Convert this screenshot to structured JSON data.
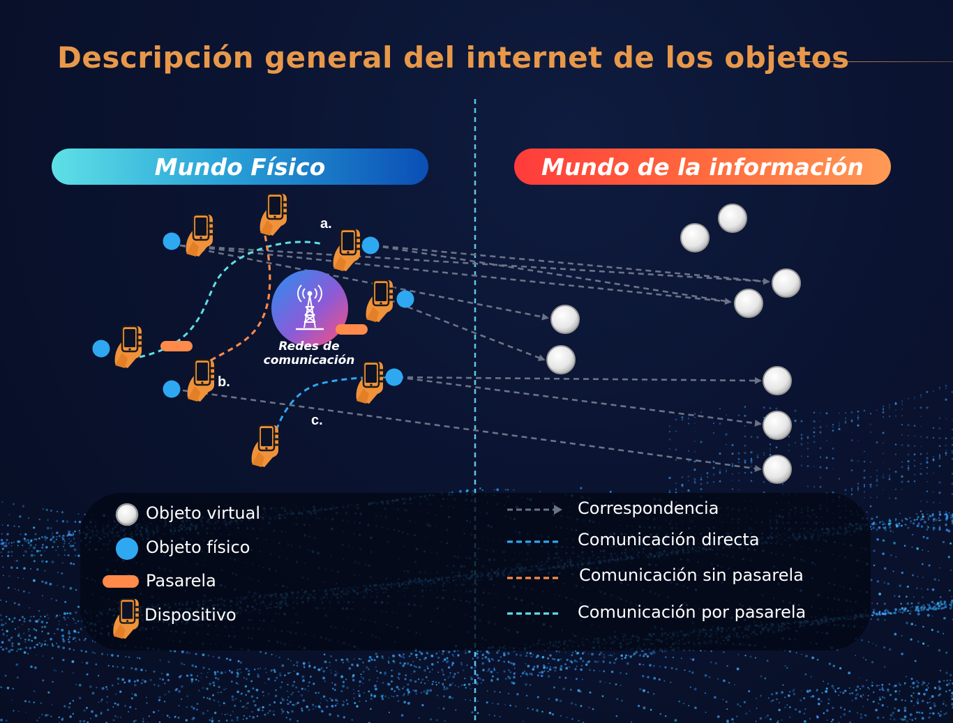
{
  "title": "Descripción general del internet de los objetos",
  "physical_world": {
    "label": "Mundo Físico",
    "gradient": [
      "#5ee0e6",
      "#0a4fb5"
    ]
  },
  "information_world": {
    "label": "Mundo de la información",
    "gradient": [
      "#ff3b3b",
      "#ff9a55"
    ]
  },
  "network": {
    "label_line1": "Redes de",
    "label_line2": "comunicación",
    "icon": "radio-tower-icon"
  },
  "tags": {
    "a": "a.",
    "b": "b.",
    "c": "c."
  },
  "legend": {
    "virtual_object": "Objeto virtual",
    "physical_object": "Objeto físico",
    "gateway": "Pasarela",
    "device": "Dispositivo",
    "correspondence": "Correspondencia",
    "direct_communication": "Comunicación directa",
    "no_gateway_communication": "Comunicación sin pasarela",
    "gateway_communication": "Comunicación por pasarela"
  },
  "colors": {
    "title": "#e8984a",
    "device": "#f0923a",
    "physical_object": "#2fa8f2",
    "gateway": "#ff8a4a",
    "correspondence": "#6b7487",
    "direct": "#2fa8f2",
    "no_gateway": "#ff8a4a",
    "via_gateway": "#5ee0e6",
    "divider": "#5ec8e6"
  }
}
